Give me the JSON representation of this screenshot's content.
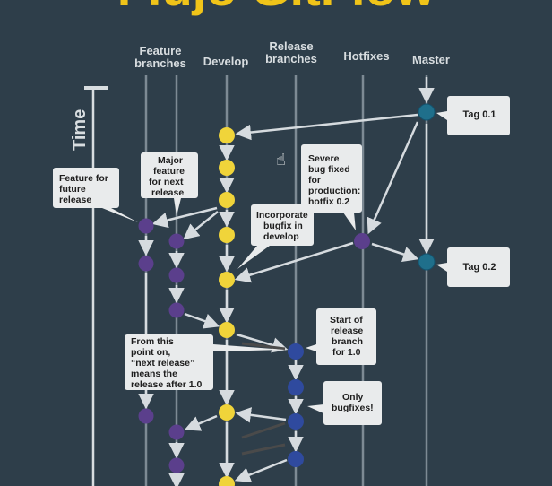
{
  "title": "Flujo GitFlow",
  "time_label": "Time",
  "columns": {
    "feature": [
      "Feature",
      "branches"
    ],
    "develop": [
      "Develop"
    ],
    "release": [
      "Release",
      "branches"
    ],
    "hotfixes": [
      "Hotfixes"
    ],
    "master": [
      "Master"
    ]
  },
  "tags": {
    "tag_01": "Tag 0.1",
    "tag_02": "Tag 0.2"
  },
  "notes": {
    "feature_future": [
      "Feature for",
      "future",
      "release"
    ],
    "major_feature": [
      "Major",
      "feature",
      "for next",
      "release"
    ],
    "severe_bug": [
      "Severe",
      "bug fixed",
      "for",
      "production:",
      "hotfix 0.2"
    ],
    "incorporate": [
      "Incorporate",
      "bugfix in",
      "develop"
    ],
    "start_release": [
      "Start of",
      "release",
      "branch",
      "for 1.0"
    ],
    "from_this_point": [
      "From this",
      "point on,",
      "“next release”",
      "means the",
      "release after 1.0"
    ],
    "only_bugfixes": [
      "Only",
      "bugfixes!"
    ]
  },
  "colors": {
    "background": "#2e3e4a",
    "lane_line": "#7d8a94",
    "arrow": "#d6dbdf",
    "feature_commit": "#5b3f8c",
    "develop_commit": "#f0d43a",
    "release_commit": "#2f4a9e",
    "hotfix_commit": "#5b3f8c",
    "master_commit": "#1f6f8b",
    "note_box": "#e9ebec",
    "title": "#f0c419"
  },
  "cursor_icon": "hand-pointer-icon"
}
